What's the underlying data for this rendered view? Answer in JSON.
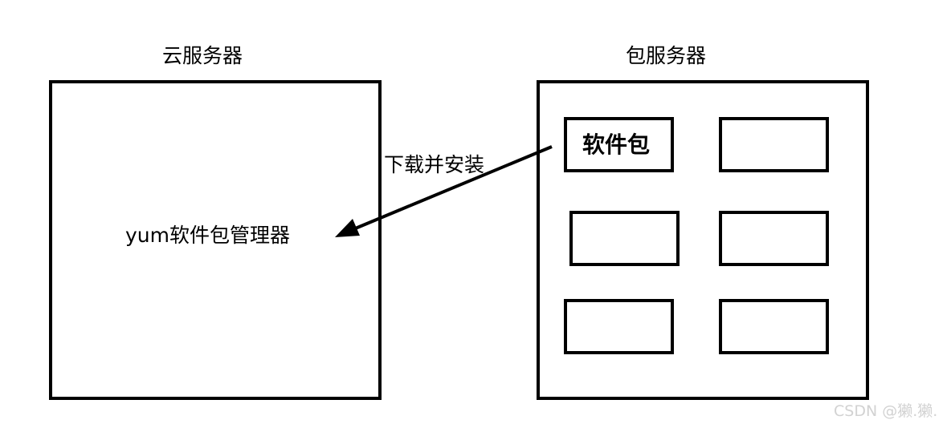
{
  "cloud_server": {
    "title": "云服务器",
    "manager_label": "yum软件包管理器"
  },
  "package_server": {
    "title": "包服务器",
    "package_label": "软件包"
  },
  "arrow": {
    "label": "下载并安装"
  },
  "watermark": {
    "text": "CSDN @獭.獭."
  },
  "colors": {
    "stroke": "#000000",
    "background": "#ffffff",
    "watermark": "#d2d2d2"
  }
}
